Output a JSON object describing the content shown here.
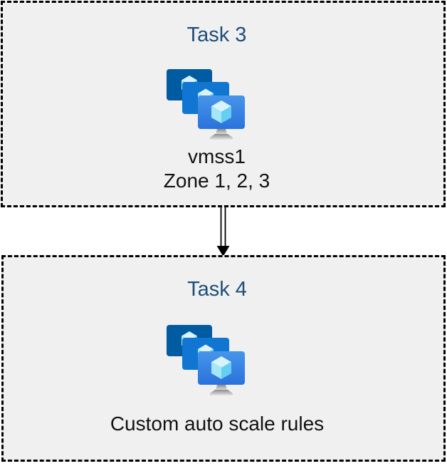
{
  "page": {
    "background": "#ffffff",
    "box_background": "#f0f0f0",
    "border_color": "#000000",
    "title_color": "#1f4e79",
    "text_color": "#111111"
  },
  "diagram": {
    "tasks": [
      {
        "title": "Task 3",
        "icon": "virtual-machine-scale-sets-icon",
        "lines": [
          "vmss1",
          "Zone 1, 2, 3"
        ]
      },
      {
        "title": "Task 4",
        "icon": "virtual-machine-scale-sets-icon",
        "lines": [
          "Custom auto scale rules"
        ]
      }
    ],
    "connector": {
      "type": "double-line-arrow",
      "direction": "down",
      "color": "#000000"
    },
    "icon_colors": {
      "monitor_back": "#005ba1",
      "monitor_middle": "#1176d2",
      "monitor_front_top": "#4795ea",
      "monitor_front_bottom": "#2a72db",
      "cube_top": "#d8f3fc",
      "cube_left": "#a5e6f8",
      "cube_right": "#62cff3",
      "stand_top": "#909090",
      "stand_bottom": "#e6e6e6"
    }
  }
}
